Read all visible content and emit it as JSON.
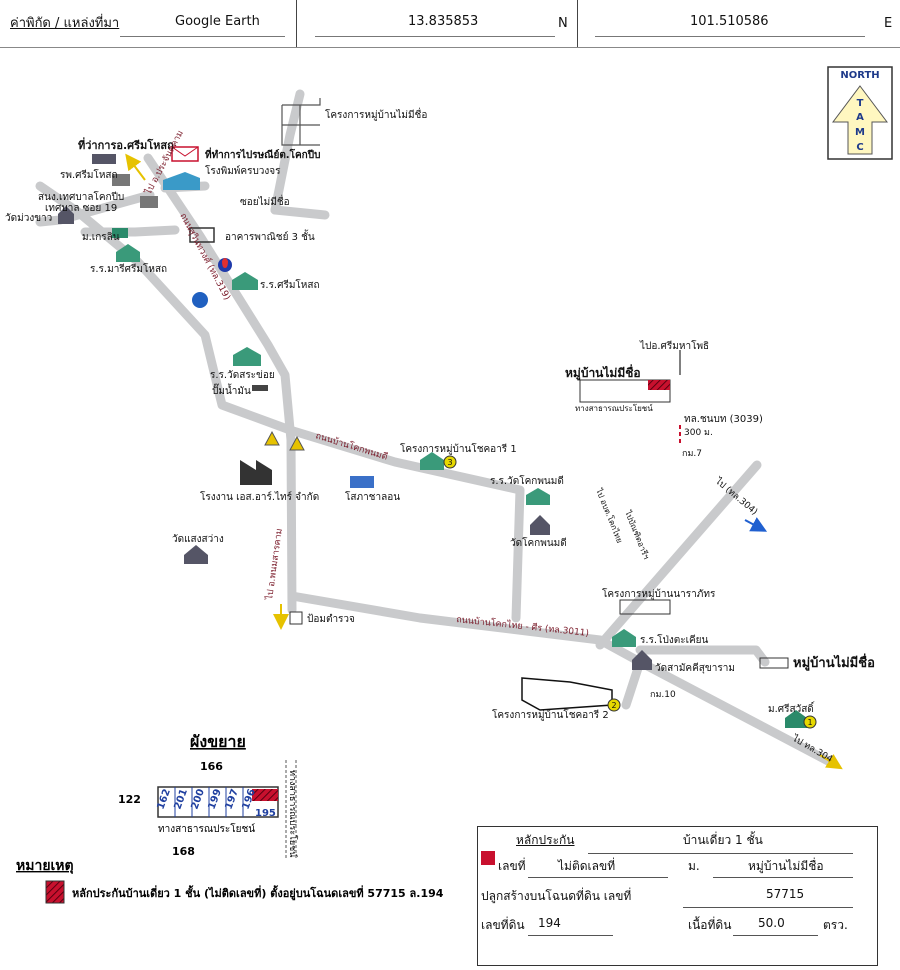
{
  "header": {
    "label": "ค่าพิกัด / แหล่งที่มา",
    "source": "Google Earth",
    "lat": "13.835853",
    "lat_dir": "N",
    "lon": "101.510586",
    "lon_dir": "E"
  },
  "compass": {
    "top": "NORTH",
    "letters": [
      "T",
      "A",
      "M",
      "C"
    ]
  },
  "labels": {
    "project_unnamed_top": "โครงการหมู่บ้านไม่มีชื่อ",
    "district_office": "ที่ว่าการอ.ศรีมโหสถ",
    "post_office": "ที่ทำการไปรษณีย์ต.โคกปีบ",
    "printing": "โรงพิมพ์ครบวงจร",
    "hospital": "รพ.ศรีมโหสถ",
    "municipal": "สนง.เทศบาลโคกปีบ",
    "soi19": "เทศบาล ซอย 19",
    "wat_muang": "วัดม่วงขาว",
    "market": "ม.เกรลิน",
    "school_mary": "ร.ร.มารีศรีมโหสถ",
    "soi_unnamed": "ซอยไม่มีชื่อ",
    "building3": "อาคารพาณิชย์ 3 ชั้น",
    "school_srimahosot": "ร.ร.ศรีมโหสถ",
    "road319_a": "ไป อ.ประจันตคาม",
    "road319_b": "ถนนสุวินทวงศ์ (ทล.319)",
    "school_watsra": "ร.ร.วัดสระข่อย",
    "gas": "ปั๊มน้ำมัน",
    "road_khokphanom": "ถนนบ้านโคกพนมดี",
    "project_chokdee1": "โครงการหมู่บ้านโชคอารี 1",
    "factory": "โรงงาน เอส.อาร์.ไทร์ จำกัด",
    "temple_salaa": "โสภาชาลอน",
    "school_watkhok": "ร.ร.วัดโคกพนมดี",
    "wat_khok": "วัดโคกพนมดี",
    "wat_saeng": "วัดแสงสว่าง",
    "police": "ป้อมตำรวจ",
    "to_phanom": "ไป อ.พนมสารคาม",
    "road3011": "ถนนบ้านโคกไทย - ศีร (ทล.3011)",
    "project_unnamed_right": "หมู่บ้านไม่มีชื่อ",
    "public_road": "ทางสาธารณประโยชน์",
    "to_sri": "ไปอ.ศรีมหาโพธิ",
    "road3039": "ทล.ชนบท (3039)",
    "dist300": "300 ม.",
    "km7": "กม.7",
    "to304": "ไป (ทล.304)",
    "to_khokthai": "ไป อบต.โคกไทย",
    "to_school": "ไปบัณฑิตอารีฯ",
    "project_naram": "โครงการหมู่บ้านนาราภัทร",
    "school_pongtakian": "ร.ร.โป่งตะเคียน",
    "wat_santi": "วัดสามัคคีสุขาราม",
    "km10": "กม.10",
    "project_chokdee2": "โครงการหมู่บ้านโชคอารี 2",
    "village_unnamed_right": "หมู่บ้านไม่มีชื่อ",
    "village_srisawat": "ม.ศรีสวัสดิ์",
    "to304_b": "ไป ทล.304",
    "marker1": "1",
    "marker2": "2",
    "marker3": "3"
  },
  "inset": {
    "title": "ผังขยาย",
    "n166": "166",
    "n122": "122",
    "n168": "168",
    "lots": [
      "162",
      "201",
      "200",
      "199",
      "197",
      "196"
    ],
    "lot195": "195",
    "road": "ทางสาธารณประโยชน์",
    "side_road": "ทางสาธารณประโยชน์"
  },
  "legend": {
    "title": "หมายเหตุ",
    "text": "หลักประกันบ้านเดี่ยว 1 ชั้น (ไม่ติดเลขที่) ตั้งอยู่บนโฉนดเลขที่ 57715 ล.194"
  },
  "info": {
    "collateral_label": "หลักประกัน",
    "collateral_value": "บ้านเดี่ยว 1 ชั้น",
    "number_label": "เลขที่",
    "number_value": "ไม่ติดเลขที่",
    "moo_label": "ม.",
    "moo_value": "หมู่บ้านไม่มีชื่อ",
    "deed_label": "ปลูกสร้างบนโฉนดที่ดิน เลขที่",
    "deed_value": "57715",
    "landno_label": "เลขที่ดิน",
    "landno_value": "194",
    "area_label": "เนื้อที่ดิน",
    "area_value": "50.0",
    "area_unit": "ตรว."
  },
  "colors": {
    "road": "#c9cacc",
    "accent": "#c8102e",
    "road_label": "#7a1b2a",
    "compass_arrow": "#fff7c0"
  }
}
